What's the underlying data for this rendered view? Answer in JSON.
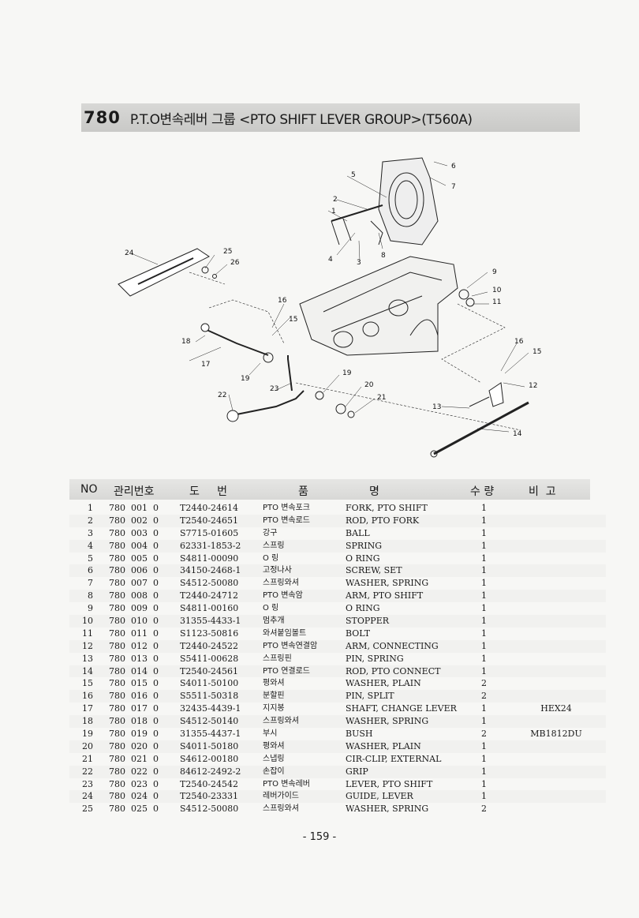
{
  "title": {
    "number": "780",
    "text": "P.T.O변속레버 그룹 <PTO SHIFT LEVER GROUP>(T560A)"
  },
  "diagram": {
    "callouts": [
      "1",
      "2",
      "3",
      "4",
      "5",
      "6",
      "7",
      "8",
      "9",
      "10",
      "11",
      "12",
      "13",
      "14",
      "15",
      "16",
      "17",
      "18",
      "19",
      "19",
      "20",
      "21",
      "22",
      "23",
      "24",
      "25",
      "26",
      "16",
      "15"
    ]
  },
  "table": {
    "headers": {
      "no": "NO",
      "mgmt": "관리번호",
      "part": "도     번",
      "name1": "품",
      "name2": "명",
      "qty": "수 량",
      "remarks": "비  고"
    },
    "rows": [
      {
        "no": "1",
        "mgmt": "780  001  0",
        "part": "T2440-24614",
        "kor": "PTO 변속포크",
        "eng": "FORK, PTO SHIFT",
        "qty": "1",
        "rem": ""
      },
      {
        "no": "2",
        "mgmt": "780  002  0",
        "part": "T2540-24651",
        "kor": "PTO 변속로드",
        "eng": "ROD, PTO FORK",
        "qty": "1",
        "rem": ""
      },
      {
        "no": "3",
        "mgmt": "780  003  0",
        "part": "S7715-01605",
        "kor": "강구",
        "eng": "BALL",
        "qty": "1",
        "rem": ""
      },
      {
        "no": "4",
        "mgmt": "780  004  0",
        "part": "62331-1853-2",
        "kor": "스프링",
        "eng": "SPRING",
        "qty": "1",
        "rem": ""
      },
      {
        "no": "5",
        "mgmt": "780  005  0",
        "part": "S4811-00090",
        "kor": "O 링",
        "eng": "O RING",
        "qty": "1",
        "rem": ""
      },
      {
        "no": "6",
        "mgmt": "780  006  0",
        "part": "34150-2468-1",
        "kor": "고정나사",
        "eng": "SCREW, SET",
        "qty": "1",
        "rem": ""
      },
      {
        "no": "7",
        "mgmt": "780  007  0",
        "part": "S4512-50080",
        "kor": "스프링와셔",
        "eng": "WASHER, SPRING",
        "qty": "1",
        "rem": ""
      },
      {
        "no": "8",
        "mgmt": "780  008  0",
        "part": "T2440-24712",
        "kor": "PTO 변속암",
        "eng": "ARM, PTO SHIFT",
        "qty": "1",
        "rem": ""
      },
      {
        "no": "9",
        "mgmt": "780  009  0",
        "part": "S4811-00160",
        "kor": "O 링",
        "eng": "O RING",
        "qty": "1",
        "rem": ""
      },
      {
        "no": "10",
        "mgmt": "780  010  0",
        "part": "31355-4433-1",
        "kor": "멈추개",
        "eng": "STOPPER",
        "qty": "1",
        "rem": ""
      },
      {
        "no": "11",
        "mgmt": "780  011  0",
        "part": "S1123-50816",
        "kor": "와셔붙임볼트",
        "eng": "BOLT",
        "qty": "1",
        "rem": ""
      },
      {
        "no": "12",
        "mgmt": "780  012  0",
        "part": "T2440-24522",
        "kor": "PTO 변속연결암",
        "eng": "ARM, CONNECTING",
        "qty": "1",
        "rem": ""
      },
      {
        "no": "13",
        "mgmt": "780  013  0",
        "part": "S5411-00628",
        "kor": "스프링핀",
        "eng": "PIN, SPRING",
        "qty": "1",
        "rem": ""
      },
      {
        "no": "14",
        "mgmt": "780  014  0",
        "part": "T2540-24561",
        "kor": "PTO 연결로드",
        "eng": "ROD, PTO CONNECT",
        "qty": "1",
        "rem": ""
      },
      {
        "no": "15",
        "mgmt": "780  015  0",
        "part": "S4011-50100",
        "kor": "평와셔",
        "eng": "WASHER, PLAIN",
        "qty": "2",
        "rem": ""
      },
      {
        "no": "16",
        "mgmt": "780  016  0",
        "part": "S5511-50318",
        "kor": "분할핀",
        "eng": "PIN, SPLIT",
        "qty": "2",
        "rem": ""
      },
      {
        "no": "17",
        "mgmt": "780  017  0",
        "part": "32435-4439-1",
        "kor": "지지봉",
        "eng": "SHAFT, CHANGE LEVER",
        "qty": "1",
        "rem": "HEX24"
      },
      {
        "no": "18",
        "mgmt": "780  018  0",
        "part": "S4512-50140",
        "kor": "스프링와셔",
        "eng": "WASHER, SPRING",
        "qty": "1",
        "rem": ""
      },
      {
        "no": "19",
        "mgmt": "780  019  0",
        "part": "31355-4437-1",
        "kor": "부시",
        "eng": "BUSH",
        "qty": "2",
        "rem": "MB1812DU"
      },
      {
        "no": "20",
        "mgmt": "780  020  0",
        "part": "S4011-50180",
        "kor": "평와셔",
        "eng": "WASHER, PLAIN",
        "qty": "1",
        "rem": ""
      },
      {
        "no": "21",
        "mgmt": "780  021  0",
        "part": "S4612-00180",
        "kor": "스냅링",
        "eng": "CIR-CLIP, EXTERNAL",
        "qty": "1",
        "rem": ""
      },
      {
        "no": "22",
        "mgmt": "780  022  0",
        "part": "84612-2492-2",
        "kor": "손잡이",
        "eng": "GRIP",
        "qty": "1",
        "rem": ""
      },
      {
        "no": "23",
        "mgmt": "780  023  0",
        "part": "T2540-24542",
        "kor": "PTO 변속레버",
        "eng": "LEVER, PTO SHIFT",
        "qty": "1",
        "rem": ""
      },
      {
        "no": "24",
        "mgmt": "780  024  0",
        "part": "T2540-23331",
        "kor": "레버가이드",
        "eng": "GUIDE, LEVER",
        "qty": "1",
        "rem": ""
      },
      {
        "no": "25",
        "mgmt": "780  025  0",
        "part": "S4512-50080",
        "kor": "스프링와셔",
        "eng": "WASHER, SPRING",
        "qty": "2",
        "rem": ""
      }
    ]
  },
  "page_number": "- 159 -"
}
